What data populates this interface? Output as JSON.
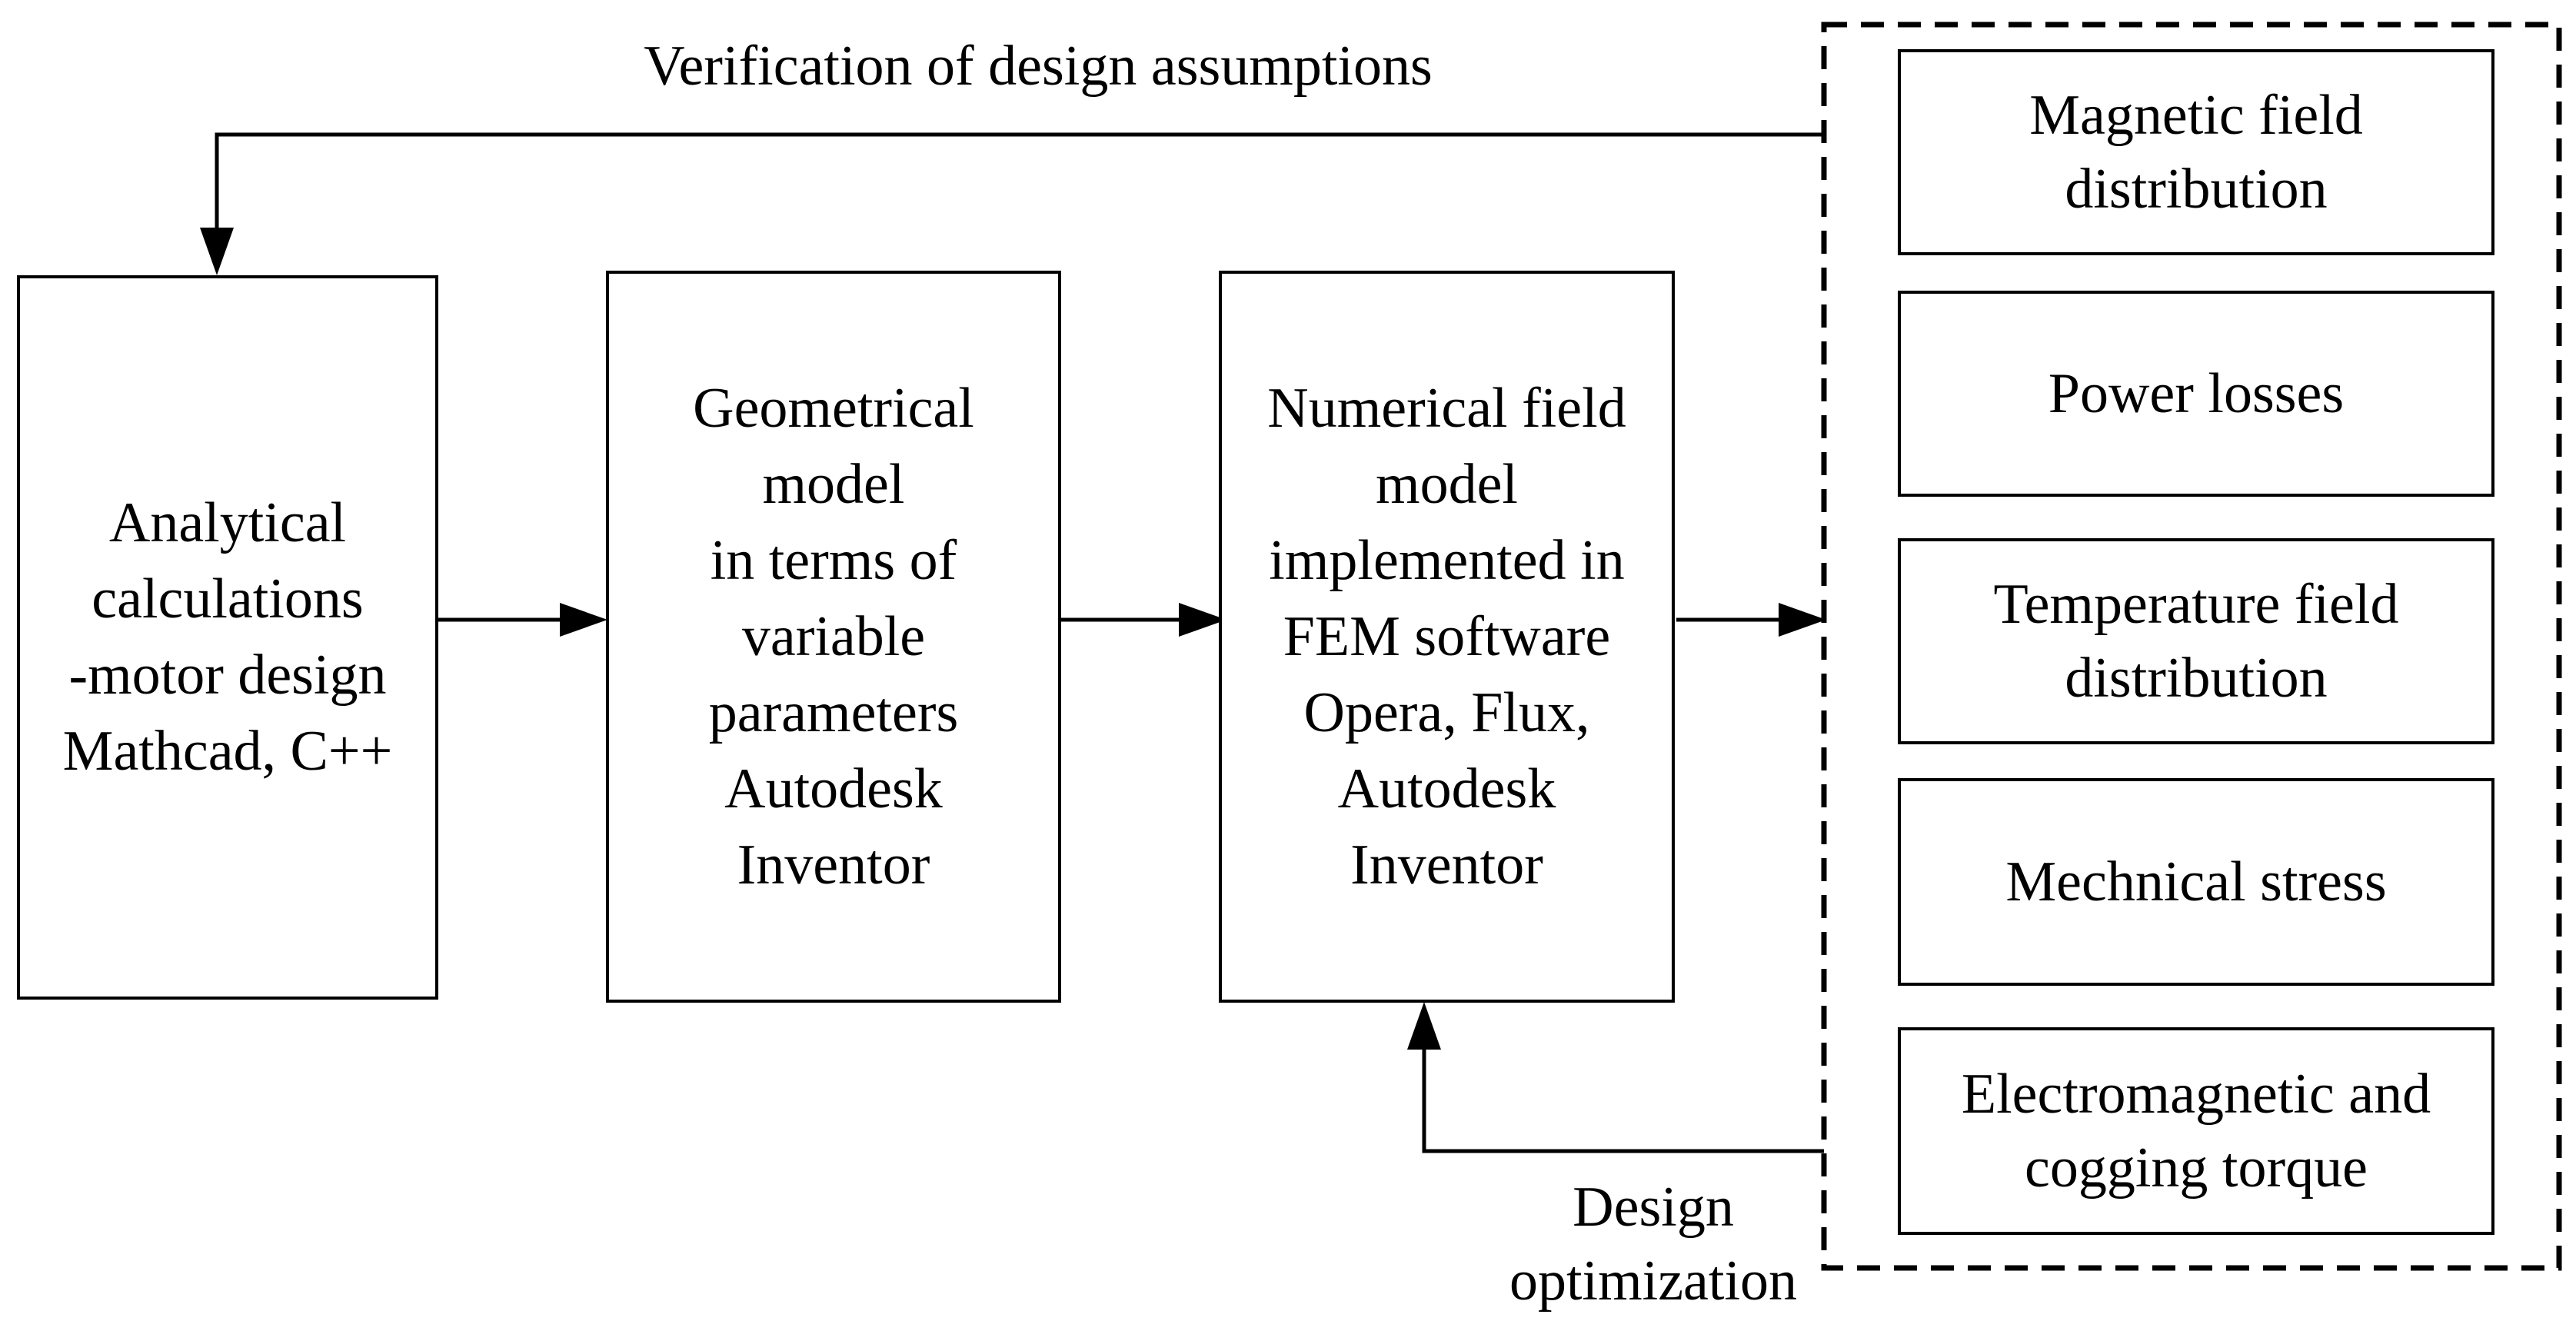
{
  "feedback": {
    "verification_label": "Verification of design assumptions",
    "optimization_label": [
      "Design",
      "optimization"
    ]
  },
  "process_boxes": [
    {
      "id": "analytical",
      "lines": [
        "Analytical",
        "calculations",
        "-motor design",
        "Mathcad, C++"
      ]
    },
    {
      "id": "geometrical",
      "lines": [
        "Geometrical",
        "model",
        "in terms of",
        "variable",
        "parameters",
        "Autodesk",
        "Inventor"
      ]
    },
    {
      "id": "numerical",
      "lines": [
        "Numerical field",
        "model",
        "implemented in",
        "FEM software",
        "Opera, Flux,",
        "Autodesk",
        "Inventor"
      ]
    }
  ],
  "output_group": {
    "style": "dashed",
    "items": [
      {
        "id": "magnetic",
        "lines": [
          "Magnetic field",
          "distribution"
        ]
      },
      {
        "id": "losses",
        "lines": [
          "Power losses"
        ]
      },
      {
        "id": "temperature",
        "lines": [
          "Temperature field",
          "distribution"
        ]
      },
      {
        "id": "stress",
        "lines": [
          "Mechnical stress"
        ]
      },
      {
        "id": "torque",
        "lines": [
          "Electromagnetic and",
          "cogging torque"
        ]
      }
    ]
  },
  "colors": {
    "stroke": "#000000",
    "background": "#ffffff"
  }
}
